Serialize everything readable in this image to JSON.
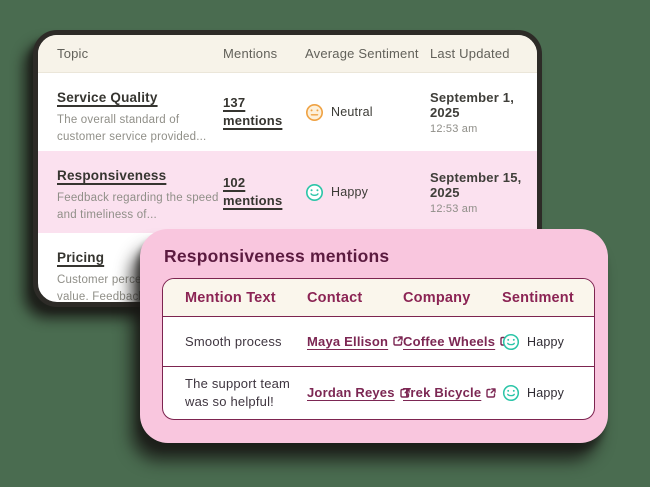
{
  "colors": {
    "page_background": "#4a6c50",
    "card_border_dark": "#2d2b27",
    "header_cream": "#f7f3e9",
    "row_highlight_pink": "#fbe1ef",
    "panel_pink": "#f9c6de",
    "maroon_accent": "#7d2450",
    "maroon_text": "#8b2454",
    "plum_title": "#5c1b40",
    "happy_teal": "#2cc5a8",
    "neutral_orange": "#efa243"
  },
  "topics_table": {
    "headers": [
      "Topic",
      "Mentions",
      "Average Sentiment",
      "Last Updated"
    ],
    "rows": [
      {
        "topic": "Service Quality",
        "description": "The overall standard of customer service provided...",
        "mentions": "137 mentions",
        "sentiment": "Neutral",
        "sentiment_icon": "neutral-face-icon",
        "date": "September 1, 2025",
        "time": "12:53 am"
      },
      {
        "topic": "Responsiveness",
        "description": "Feedback regarding the speed and timeliness of...",
        "mentions": "102 mentions",
        "sentiment": "Happy",
        "sentiment_icon": "happy-face-icon",
        "date": "September 15, 2025",
        "time": "12:53 am"
      },
      {
        "topic": "Pricing",
        "description": "Customer perceptions value. Feedback may..."
      }
    ]
  },
  "mentions_panel": {
    "title": "Responsiveness mentions",
    "headers": [
      "Mention Text",
      "Contact",
      "Company",
      "Sentiment"
    ],
    "rows": [
      {
        "text": "Smooth process",
        "contact": "Maya Ellison",
        "company": "Coffee Wheels",
        "sentiment": "Happy",
        "sentiment_icon": "happy-face-icon"
      },
      {
        "text": "The support team was so helpful!",
        "contact": "Jordan Reyes",
        "company": "Trek Bicycle",
        "sentiment": "Happy",
        "sentiment_icon": "happy-face-icon"
      }
    ]
  }
}
